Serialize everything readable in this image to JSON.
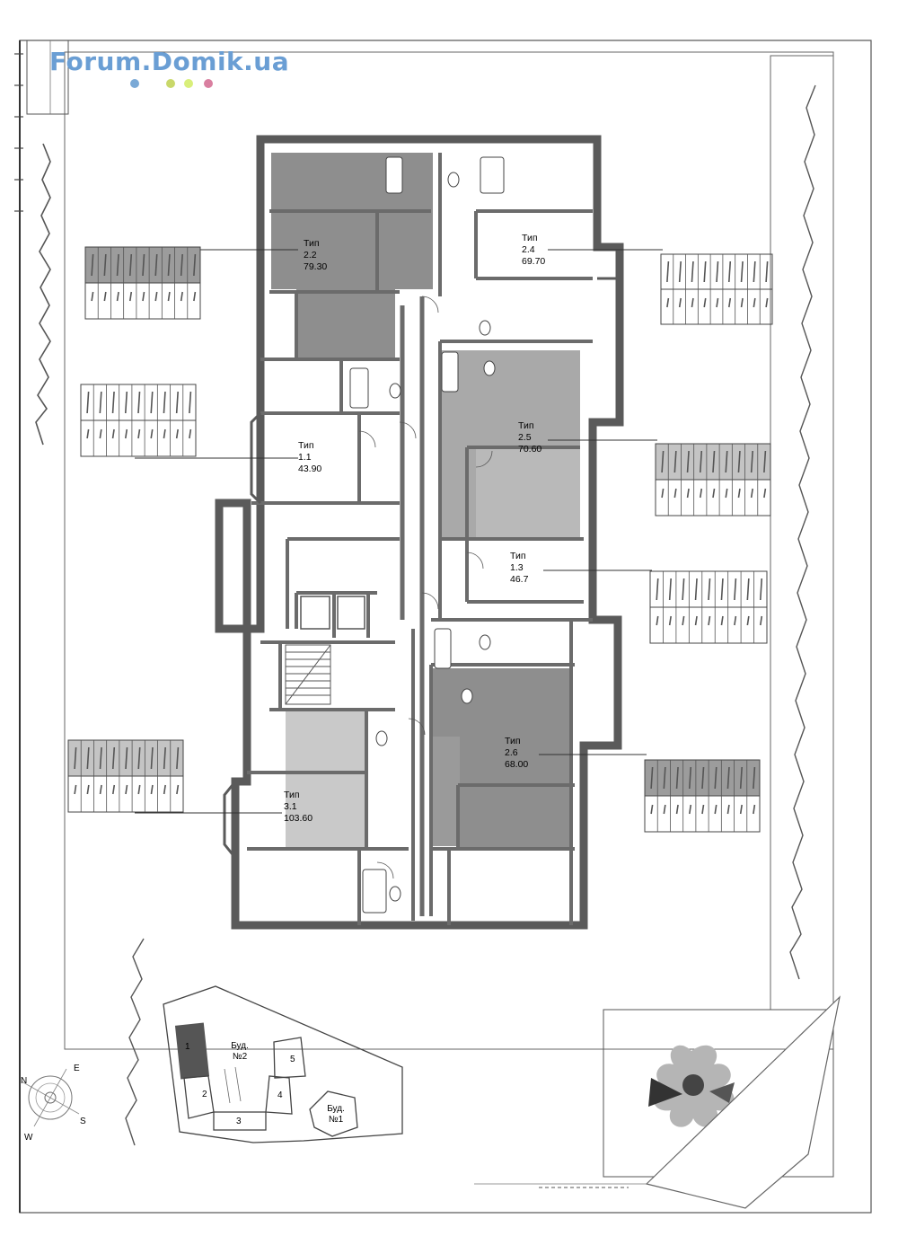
{
  "watermark": {
    "text": "Forum.Domik.ua",
    "color": "#6a9ed4",
    "dot_colors": [
      "#7aa9d6",
      "#c9d86a",
      "#d9ef7a",
      "#d97fa0"
    ]
  },
  "plan_units": [
    {
      "type": "Тип",
      "code": "2.2",
      "area": "79.30"
    },
    {
      "type": "Тип",
      "code": "2.4",
      "area": "69.70"
    },
    {
      "type": "Тип",
      "code": "1.1",
      "area": "43.90"
    },
    {
      "type": "Тип",
      "code": "2.5",
      "area": "70.60"
    },
    {
      "type": "Тип",
      "code": "1.3",
      "area": "46.7"
    },
    {
      "type": "Тип",
      "code": "2.6",
      "area": "68.00"
    },
    {
      "type": "Тип",
      "code": "3.1",
      "area": "103.60"
    }
  ],
  "site_scheme": {
    "sections": [
      "1",
      "2",
      "3",
      "4",
      "5"
    ],
    "building_2": "Буд. №2",
    "building_1": "Буд. №1"
  },
  "compass": {
    "north": "N",
    "east": "E",
    "south": "S",
    "west": "W"
  },
  "colors": {
    "wall": "#6b6b6b",
    "highlight_dark": "#8e8e8e",
    "highlight_light": "#b9b9b9",
    "paper": "#ffffff"
  }
}
